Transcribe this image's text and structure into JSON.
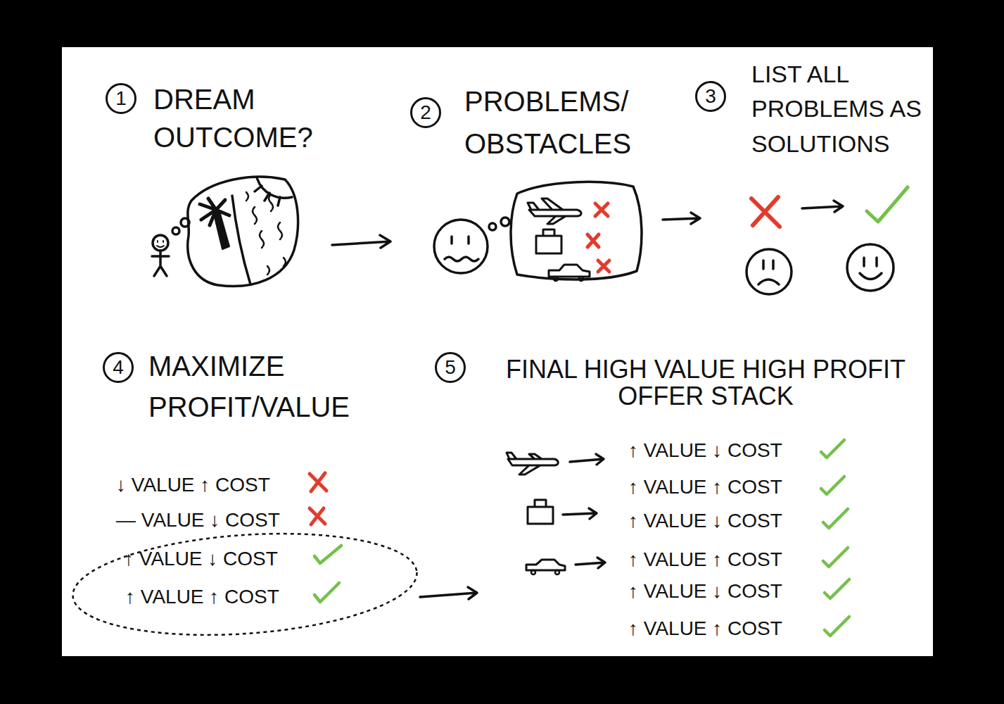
{
  "diagram": {
    "nodes": [
      {
        "text": [
          "1",
          "DREAM OUTCOME?"
        ]
      },
      {
        "text": [
          "2",
          "PROBLEMS/ OBSTACLES"
        ]
      },
      {
        "text": [
          "3",
          "LIST ALL PROBLEMS AS SOLUTIONS"
        ]
      },
      {
        "text": [
          "4",
          "MAXIMIZE PROFIT/VALUE"
        ]
      },
      {
        "text": [
          "5",
          "FINAL HIGH VALUE HIGH PROFIT OFFER STACK"
        ]
      },
      {
        "text": [
          "↑ VALUE ↓ COST",
          "↑ VALUE ↑ COST"
        ]
      }
    ],
    "labels": [
      "↓ VALUE ↑ COST",
      "— VALUE ↓ COST",
      "↑ VALUE ↓ COST",
      "↑ VALUE ↑ COST",
      "↑ VALUE ↓ COST",
      "↑ VALUE ↑ COST",
      "↑ VALUE ↓ COST",
      "↑ VALUE ↑ COST"
    ]
  }
}
